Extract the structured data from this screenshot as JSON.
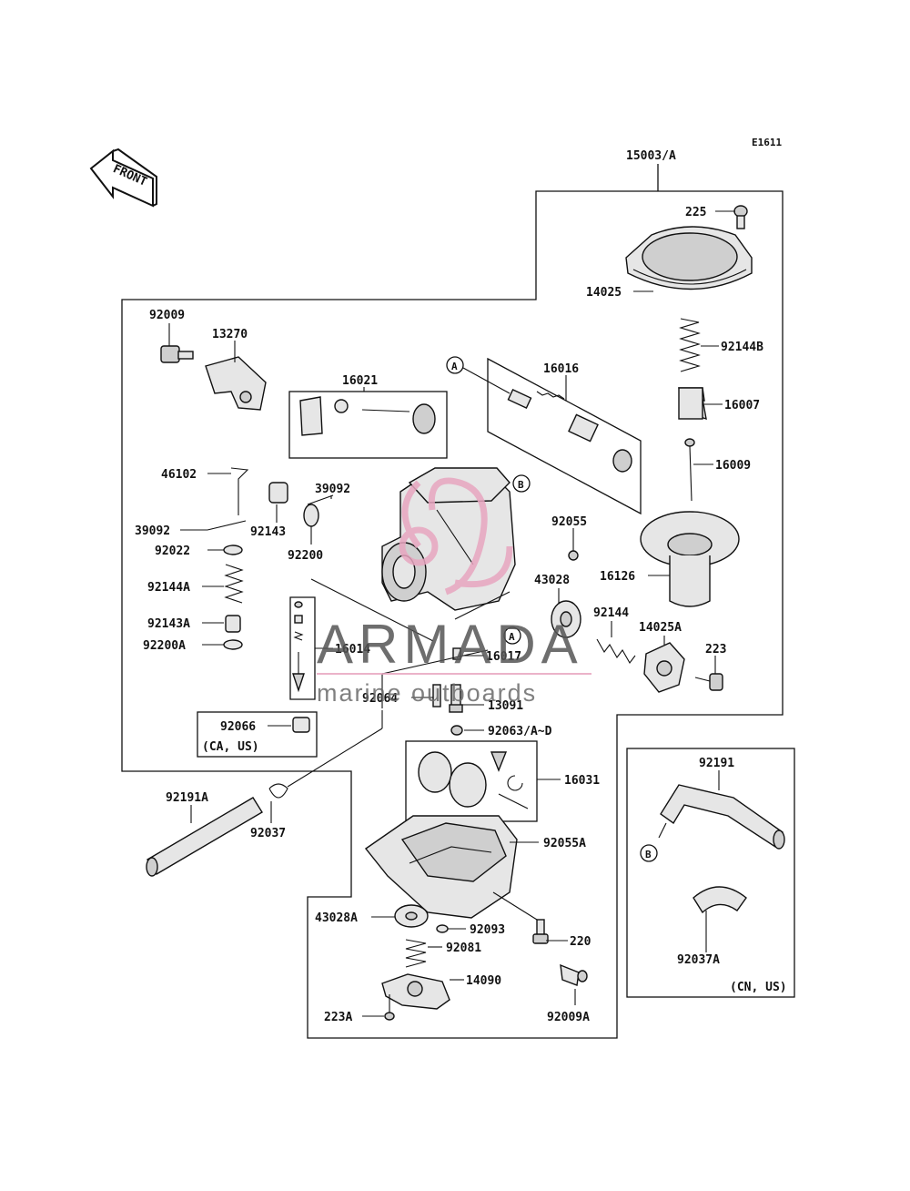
{
  "diagram_code": "E1611",
  "front_label": "FRONT",
  "labels": {
    "p15003A": "15003/A",
    "p225": "225",
    "p14025": "14025",
    "p92144B": "92144B",
    "p16007": "16007",
    "p16009": "16009",
    "p16126": "16126",
    "p92009": "92009",
    "p13270": "13270",
    "p16021": "16021",
    "p16016": "16016",
    "p46102": "46102",
    "p39092a": "39092",
    "p39092b": "39092",
    "p92143": "92143",
    "p92022": "92022",
    "p92200": "92200",
    "p92055": "92055",
    "p43028": "43028",
    "p92144A": "92144A",
    "p92143A": "92143A",
    "p92200A": "92200A",
    "p16014": "16014",
    "p16017": "16017",
    "p92144": "92144",
    "p14025A": "14025A",
    "p223": "223",
    "p92064": "92064",
    "p13091": "13091",
    "p92063": "92063/A~D",
    "p92066": "92066",
    "caus": "(CA, US)",
    "p16031": "16031",
    "p92191A": "92191A",
    "p92037": "92037",
    "p92055A": "92055A",
    "p92191": "92191",
    "p43028A": "43028A",
    "p92093": "92093",
    "p220": "220",
    "p92081": "92081",
    "p14090": "14090",
    "p223A": "223A",
    "p92009A": "92009A",
    "p92037A": "92037A",
    "cnus": "(CN, US)"
  },
  "callouts": {
    "A": "A",
    "B": "B"
  },
  "watermark": {
    "brand": "ARMADA",
    "tagline": "marine outboards",
    "accent_color": "#e8a6c0",
    "text_color": "#5a5a5a"
  }
}
